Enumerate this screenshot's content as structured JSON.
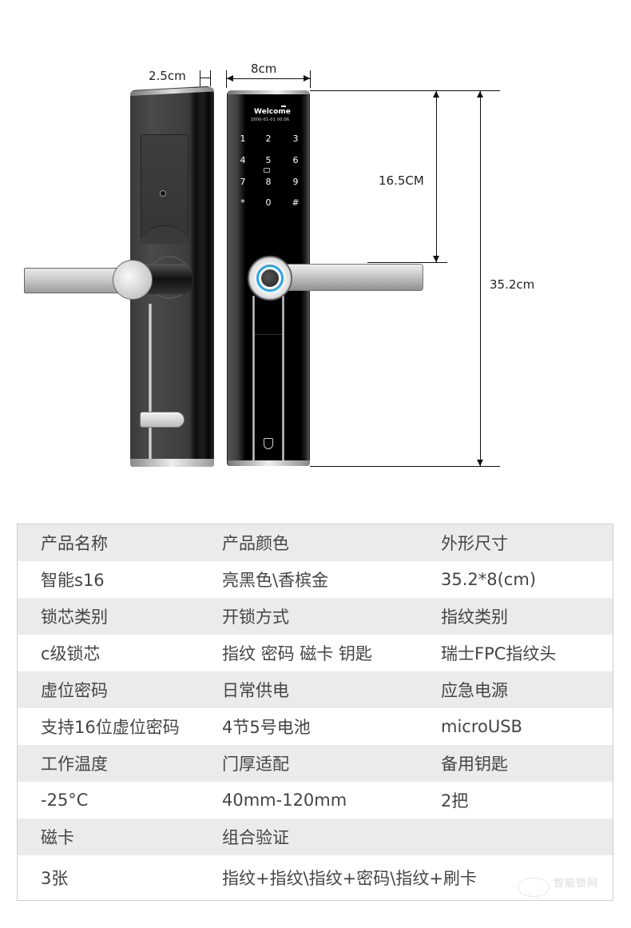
{
  "figure": {
    "dimensions": {
      "thickness": "2.5cm",
      "width": "8cm",
      "handle_height": "16.5CM",
      "total_height": "35.2cm"
    },
    "screen": {
      "welcome": "Welcome",
      "datetime": "2000-01-01  00:06"
    },
    "keypad": [
      "1",
      "2",
      "3",
      "4",
      "5",
      "6",
      "7",
      "8",
      "9",
      "*",
      "0",
      "#"
    ],
    "icons": {
      "fingerprint_sensor": "fingerprint-icon",
      "card_reader": "card-icon",
      "brand_logo": "shield-logo-icon"
    },
    "accent_color": "#2aa6e6"
  },
  "spec_table": {
    "rows": [
      {
        "type": "label",
        "cells": [
          "产品名称",
          "产品颜色",
          "外形尺寸"
        ]
      },
      {
        "type": "value",
        "cells": [
          "智能s16",
          "亮黑色\\香槟金",
          "35.2*8(cm)"
        ]
      },
      {
        "type": "label",
        "cells": [
          "锁芯类别",
          "开锁方式",
          "指纹类别"
        ]
      },
      {
        "type": "value",
        "cells": [
          "c级锁芯",
          "指纹 密码 磁卡 钥匙",
          "瑞士FPC指纹头"
        ]
      },
      {
        "type": "label",
        "cells": [
          "虚位密码",
          "日常供电",
          "应急电源"
        ]
      },
      {
        "type": "value",
        "cells": [
          "支持16位虚位密码",
          "4节5号电池",
          "microUSB"
        ]
      },
      {
        "type": "label",
        "cells": [
          "工作温度",
          "门厚适配",
          "备用钥匙"
        ]
      },
      {
        "type": "value",
        "cells": [
          "-25°C",
          "40mm-120mm",
          "2把"
        ]
      },
      {
        "type": "label",
        "cells": [
          "磁卡",
          "组合验证",
          ""
        ]
      },
      {
        "type": "value",
        "cells": [
          "3张",
          "指纹+指纹\\指纹+密码\\指纹+刷卡",
          ""
        ]
      }
    ],
    "colors": {
      "label_row_bg": "#ebebeb",
      "value_row_bg": "#ffffff",
      "border": "#cfcfcf",
      "text": "#444444"
    }
  },
  "watermark": {
    "text": "智能锁网"
  }
}
